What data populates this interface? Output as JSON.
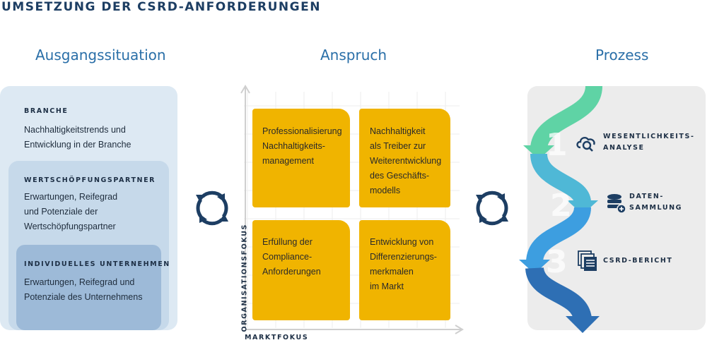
{
  "title": "UMSETZUNG DER CSRD-ANFORDERUNGEN",
  "columns": {
    "left": "Ausgangssituation",
    "middle": "Anspruch",
    "right": "Prozess"
  },
  "situation": {
    "branche": {
      "label": "BRANCHE",
      "lines": [
        "Nachhaltigkeitstrends und",
        "Entwicklung in der Branche"
      ]
    },
    "partner": {
      "label": "WERTSCHÖPFUNGSPARTNER",
      "lines": [
        "Erwartungen, Reifegrad",
        "und Potenziale der",
        "Wertschöpfungspartner"
      ]
    },
    "unternehmen": {
      "label": "INDIVIDUELLES UNTERNEHMEN",
      "lines": [
        "Erwartungen, Reifegrad und",
        "Potenziale des Unternehmens"
      ]
    }
  },
  "matrix": {
    "y_axis": "ORGANISATIONSFOKUS",
    "x_axis": "MARKTFOKUS",
    "cards": {
      "top_left": [
        "Professionalisierung",
        "Nachhaltigkeits-",
        "management"
      ],
      "top_right": [
        "Nachhaltigkeit",
        "als Treiber zur",
        "Weiterentwicklung",
        "des Geschäfts-",
        "modells"
      ],
      "bottom_left": [
        "Erfüllung der",
        "Compliance-",
        "Anforderungen"
      ],
      "bottom_right": [
        "Entwicklung von",
        "Differenzierungs-",
        "merkmalen",
        "im Markt"
      ]
    }
  },
  "process": {
    "steps": [
      {
        "number": "1",
        "lines": [
          "WESENTLICHKEITS-",
          "ANALYSE"
        ],
        "icon": "cloud-search-icon",
        "color": "#5fd3a5"
      },
      {
        "number": "2",
        "lines": [
          "DATEN-",
          "SAMMLUNG"
        ],
        "icon": "database-icon",
        "color": "#4fb8d6"
      },
      {
        "number": "3",
        "lines": [
          "CSRD-BERICHT"
        ],
        "icon": "report-stack-icon",
        "color": "#2e7fc6"
      }
    ]
  },
  "colors": {
    "navy": "#1d3e63",
    "accent_blue": "#2a6fa8",
    "card_yellow": "#f0b400",
    "panel_light": "#dde9f3",
    "panel_mid": "#b5cde3",
    "panel_dark": "#8fb0d0",
    "process_bg": "#ececec"
  }
}
